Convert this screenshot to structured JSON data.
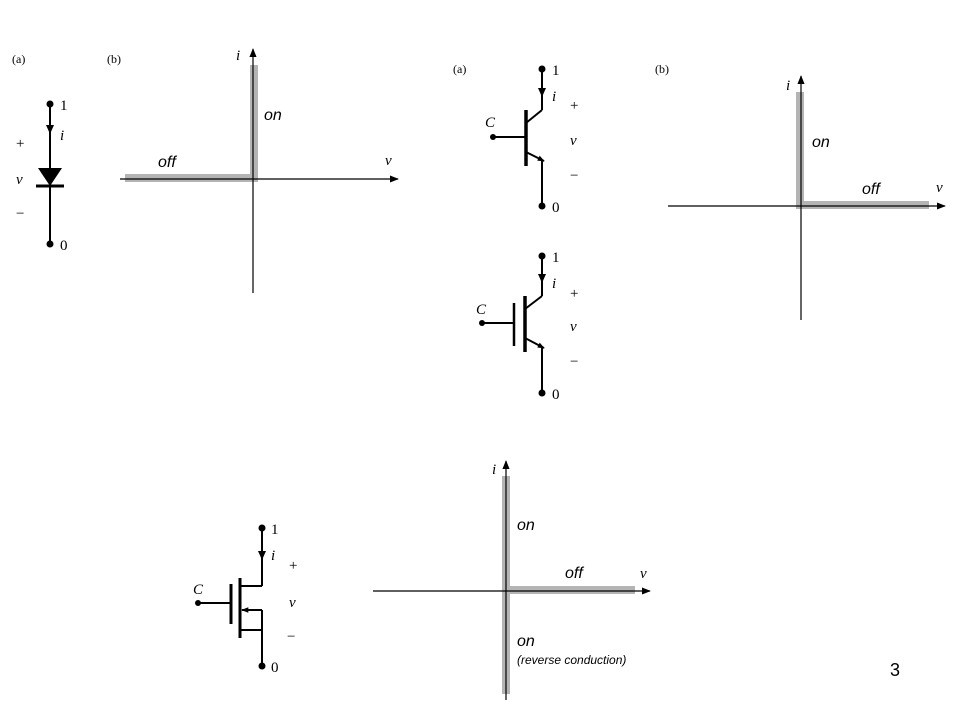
{
  "slide": {
    "page_number": "3"
  },
  "panels": {
    "diode": {
      "label_a": "(a)",
      "label_b": "(b)",
      "node_top": "1",
      "node_bottom": "0",
      "current": "i",
      "voltage": "v",
      "plus": "+",
      "minus": "−",
      "axis_i": "i",
      "axis_v": "v",
      "state_on": "on",
      "state_off": "off"
    },
    "transistors": {
      "label_a": "(a)",
      "label_b": "(b)",
      "bjt": {
        "control": "C",
        "node_top": "1",
        "node_bottom": "0",
        "current": "i",
        "voltage": "v",
        "plus": "+",
        "minus": "−"
      },
      "igbt": {
        "control": "C",
        "node_top": "1",
        "node_bottom": "0",
        "current": "i",
        "voltage": "v",
        "plus": "+",
        "minus": "−"
      },
      "axis_i": "i",
      "axis_v": "v",
      "state_on": "on",
      "state_off": "off"
    },
    "mosfet": {
      "control": "C",
      "node_top": "1",
      "node_bottom": "0",
      "current": "i",
      "voltage": "v",
      "plus": "+",
      "minus": "−",
      "axis_i": "i",
      "axis_v": "v",
      "state_on": "on",
      "state_off": "off",
      "state_on_reverse": "on",
      "reverse_note": "(reverse conduction)"
    }
  },
  "colors": {
    "ink": "#000000",
    "band": "#b4b4b4"
  }
}
